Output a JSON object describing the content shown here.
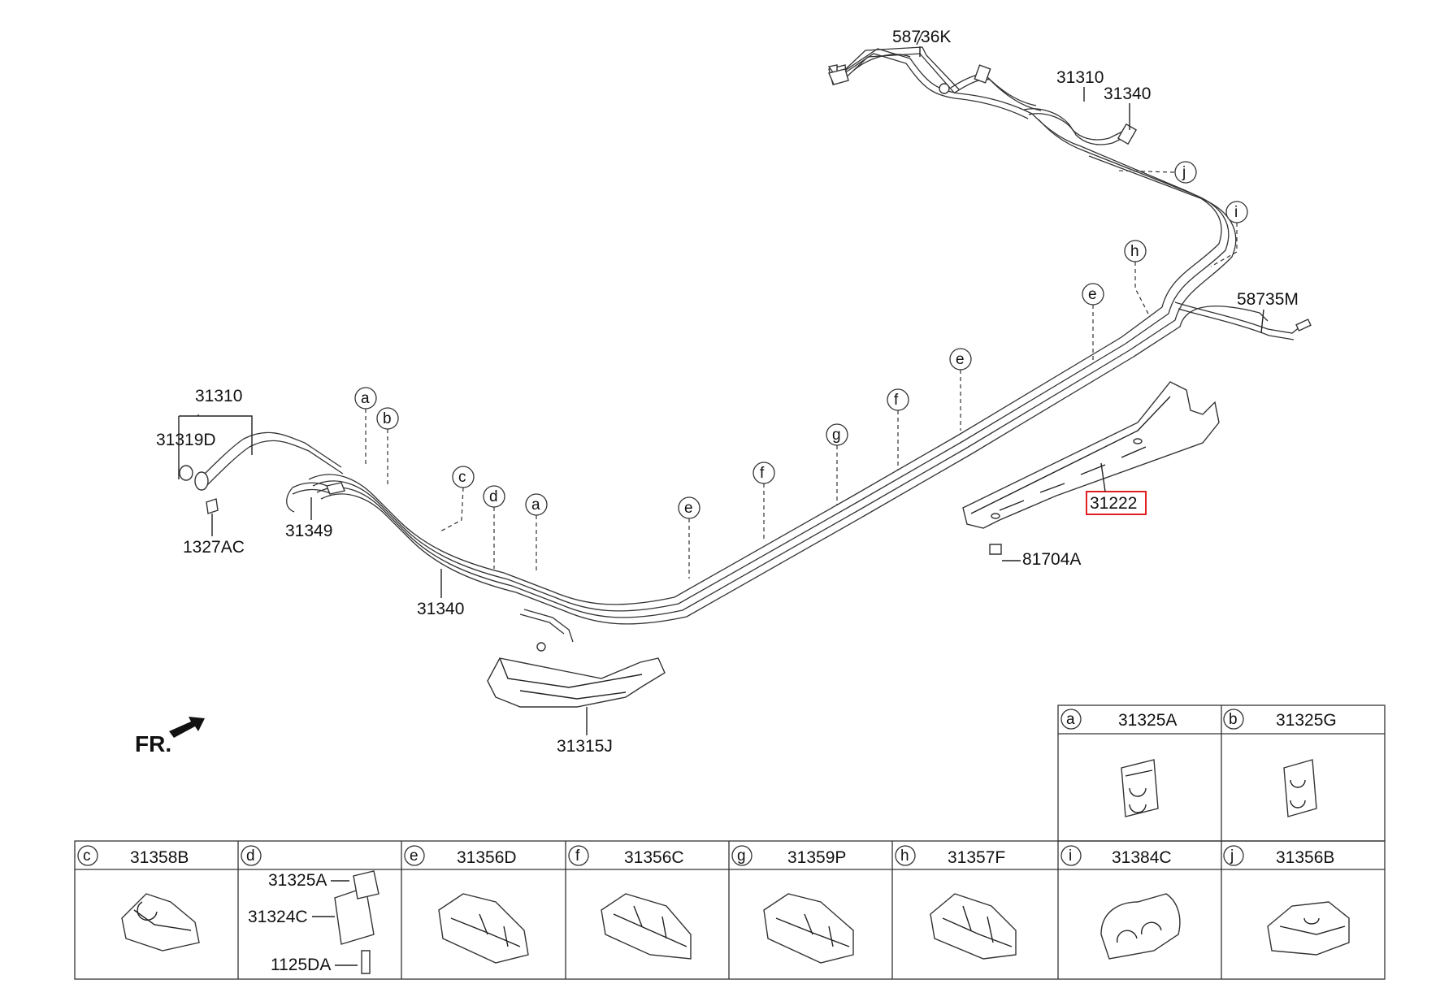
{
  "front_label": "FR.",
  "parts": {
    "p58736K": "58736K",
    "p31310_top": "31310",
    "p31340_top": "31340",
    "p58735M": "58735M",
    "p31222": "31222",
    "p81704A": "81704A",
    "p31310_left": "31310",
    "p31319D": "31319D",
    "p1327AC": "1327AC",
    "p31349": "31349",
    "p31340_left": "31340",
    "p31315J": "31315J"
  },
  "callouts": [
    "a",
    "b",
    "c",
    "d",
    "a",
    "e",
    "f",
    "g",
    "f",
    "e",
    "e",
    "h",
    "i",
    "j"
  ],
  "legend": {
    "top_row": [
      {
        "letter": "a",
        "part": "31325A"
      },
      {
        "letter": "b",
        "part": "31325G"
      }
    ],
    "bottom_row": [
      {
        "letter": "c",
        "part": "31358B"
      },
      {
        "letter": "d",
        "part": "",
        "sub": [
          "31325A",
          "31324C",
          "1125DA"
        ]
      },
      {
        "letter": "e",
        "part": "31356D"
      },
      {
        "letter": "f",
        "part": "31356C"
      },
      {
        "letter": "g",
        "part": "31359P"
      },
      {
        "letter": "h",
        "part": "31357F"
      },
      {
        "letter": "i",
        "part": "31384C"
      },
      {
        "letter": "j",
        "part": "31356B"
      }
    ]
  },
  "highlight_part": "31222",
  "colors": {
    "highlight": "#e02020",
    "line": "#222222"
  }
}
